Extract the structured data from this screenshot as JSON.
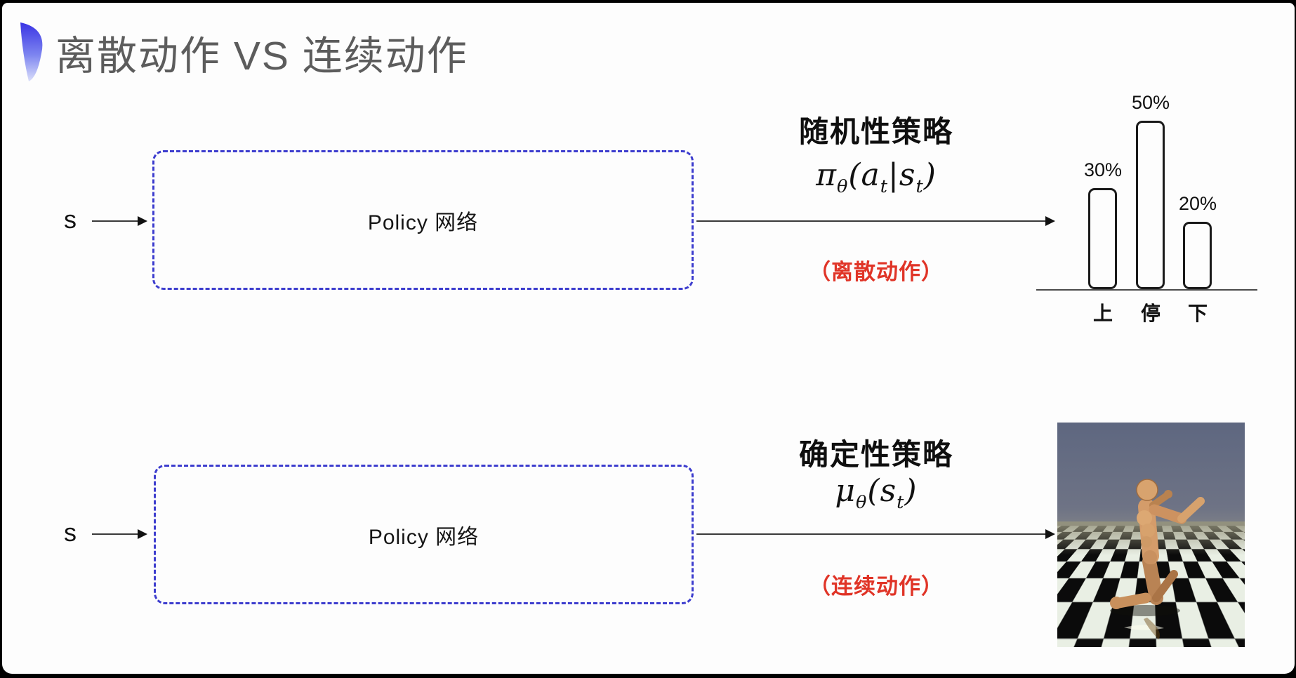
{
  "slide": {
    "title": "离散动作 VS 连续动作",
    "title_color": "#5c5c5c",
    "accent_blue": "#3d3dce",
    "note_red": "#e03427",
    "background": "#fdfdfd"
  },
  "rows": [
    {
      "input_label": "s",
      "box_label": "Policy 网络",
      "policy_type": "随机性策略",
      "formula": {
        "lead": "π",
        "lead_sub": "θ",
        "open": "(",
        "arg1": "a",
        "arg1_sub": "t",
        "sep": "|",
        "arg2": "s",
        "arg2_sub": "t",
        "close": ")"
      },
      "action_note": "（离散动作）"
    },
    {
      "input_label": "s",
      "box_label": "Policy 网络",
      "policy_type": "确定性策略",
      "formula": {
        "lead": "μ",
        "lead_sub": "θ",
        "open": "(",
        "arg1": "s",
        "arg1_sub": "t",
        "close": ")"
      },
      "action_note": "（连续动作）"
    }
  ],
  "chart_data": {
    "type": "bar",
    "title": "",
    "categories": [
      "上",
      "停",
      "下"
    ],
    "values": [
      30,
      50,
      20
    ],
    "value_labels": [
      "30%",
      "50%",
      "20%"
    ],
    "ylim": [
      0,
      55
    ],
    "grid": false,
    "legend": false,
    "bar_style": "outlined-rounded-white",
    "bar_border_color": "#1a1a1a"
  },
  "simulation": {
    "content": "mujoco-humanoid-running-on-checkerboard-floor",
    "sky_color": "#6b7185",
    "floor_light": "#e9efe4",
    "floor_dark": "#0b0b0b",
    "robot_color": "#d49c6a"
  }
}
